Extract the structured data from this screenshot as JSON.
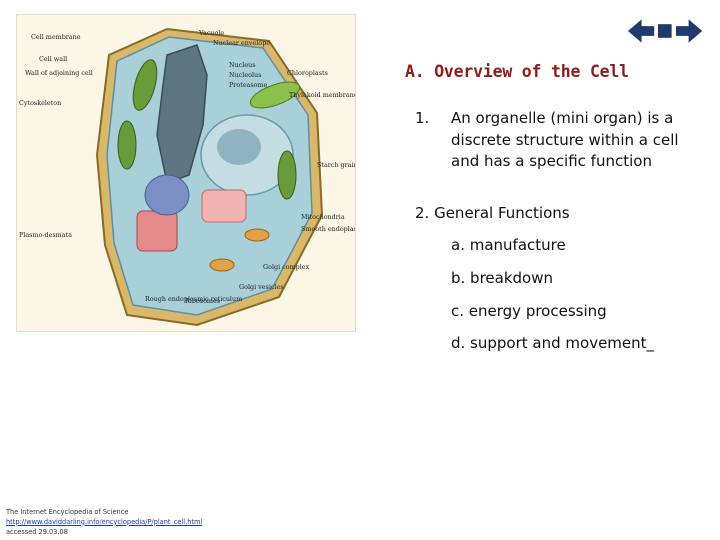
{
  "nav": {
    "back_icon": "arrow-left-icon",
    "home_icon": "square-icon",
    "forward_icon": "arrow-right-icon",
    "color": "#1f3a6b"
  },
  "figure": {
    "labels": {
      "cell_membrane": "Cell membrane",
      "cell_wall": "Cell wall",
      "wall_adjoining": "Wall of adjoining cell",
      "cytoskeleton": "Cytoskeleton",
      "vacuole": "Vacuole",
      "nuclear_envelope": "Nuclear envelope",
      "nucleus": "Nucleus",
      "nucleolus": "Nucleolus",
      "proteasome": "Proteasome",
      "chloroplasts": "Chloroplasts",
      "thylakoid": "Thylakoid membranes",
      "starch": "Starch grains",
      "mitochondria": "Mitochondria",
      "smooth_er": "Smooth endoplasmic reticulum",
      "plasmodesmata": "Plasmo-desmata",
      "golgi_complex": "Golgi complex",
      "golgi_vesicles": "Golgi vesicles",
      "rough_er": "Rough endoplasmic reticulum",
      "ribosomes": "Ribosomes"
    }
  },
  "slide": {
    "title": "A. Overview of the Cell",
    "point1_number": "1.",
    "point1_text": "An organelle (mini organ) is a discrete structure within a cell and has a specific function",
    "point2": "2. General Functions",
    "items": [
      "a. manufacture",
      "b. breakdown",
      "c. energy processing",
      "d. support and movement_"
    ]
  },
  "citation": {
    "line1": "The Internet Encyclopedia of Science",
    "url": "http://www.daviddarling.info/encyclopedia/P/plant_cell.html",
    "accessed": "accessed 29.03.08"
  }
}
